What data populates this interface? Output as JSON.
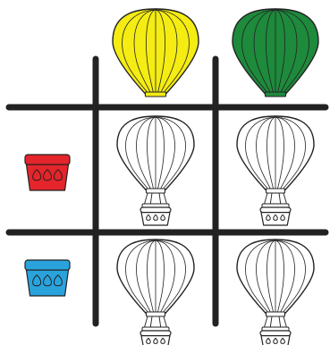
{
  "puzzle": {
    "column_headers": [
      {
        "icon": "yellow-balloon-envelope-icon",
        "color": "#f5ec13"
      },
      {
        "icon": "green-balloon-envelope-icon",
        "color": "#1e8a3c"
      }
    ],
    "row_headers": [
      {
        "icon": "red-basket-icon",
        "color": "#e4252b"
      },
      {
        "icon": "blue-basket-icon",
        "color": "#2aa3dd"
      }
    ],
    "cells": [
      [
        {
          "state": "empty-outline"
        },
        {
          "state": "empty-outline"
        }
      ],
      [
        {
          "state": "empty-outline"
        },
        {
          "state": "empty-outline"
        }
      ]
    ]
  }
}
